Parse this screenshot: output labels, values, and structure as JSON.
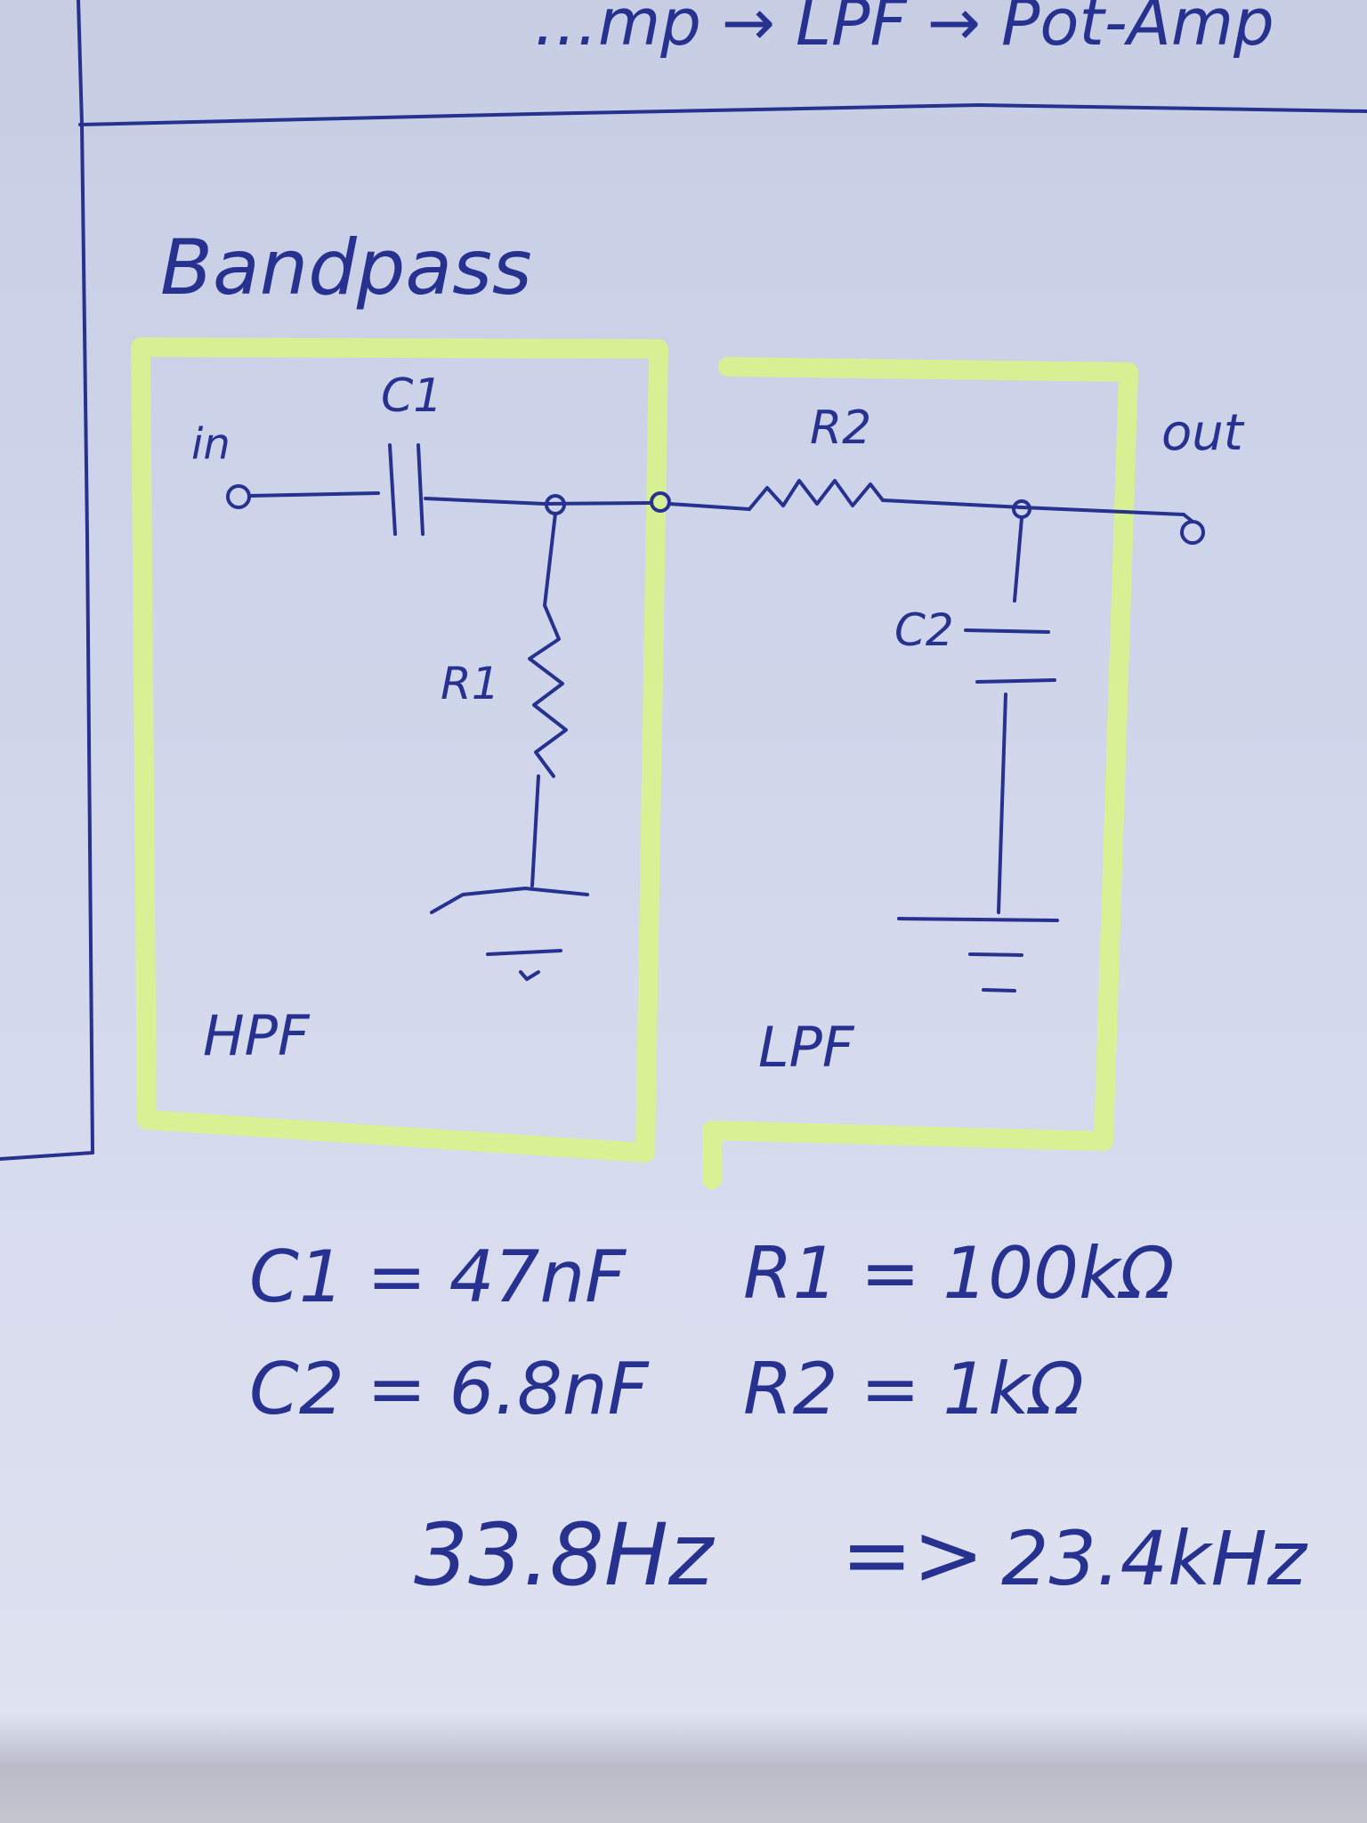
{
  "header_fragment": "…mp → LPF → Pot-Amp",
  "title": "Bandpass",
  "circuit": {
    "input_label": "in",
    "output_label": "out",
    "c1_label": "C1",
    "r1_label": "R1",
    "r2_label": "R2",
    "c2_label": "C2",
    "hpf_label": "HPF",
    "lpf_label": "LPF"
  },
  "values": {
    "c1": "C1 = 47nF",
    "c2": "C2 = 6.8nF",
    "r1": "R1 = 100kΩ",
    "r2": "R2 = 1kΩ"
  },
  "result": {
    "low": "33.8Hz",
    "arrow": "=>",
    "high": "23.4kHz"
  },
  "colors": {
    "ink": "#27318f",
    "highlighter": "#d9f28c",
    "paper": "#d3d8ec"
  }
}
